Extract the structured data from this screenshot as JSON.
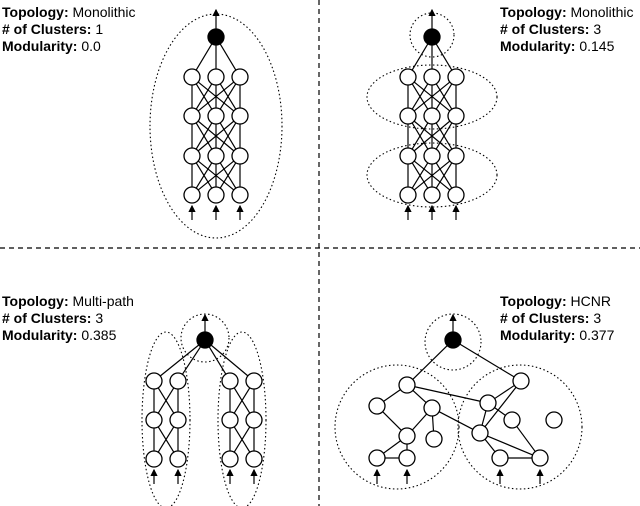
{
  "panels": [
    {
      "topology_label": "Topology:",
      "topology": "Monolithic",
      "clusters_label": "# of Clusters:",
      "clusters": "1",
      "modularity_label": "Modularity:",
      "modularity": "0.0"
    },
    {
      "topology_label": "Topology:",
      "topology": "Monolithic",
      "clusters_label": "# of Clusters:",
      "clusters": "3",
      "modularity_label": "Modularity:",
      "modularity": "0.145"
    },
    {
      "topology_label": "Topology:",
      "topology": "Multi-path",
      "clusters_label": "# of Clusters:",
      "clusters": "3",
      "modularity_label": "Modularity:",
      "modularity": "0.385"
    },
    {
      "topology_label": "Topology:",
      "topology": "HCNR",
      "clusters_label": "# of Clusters:",
      "clusters": "3",
      "modularity_label": "Modularity:",
      "modularity": "0.377"
    }
  ],
  "colors": {
    "stroke": "#000000",
    "output_node": "#000000",
    "node_fill": "#ffffff",
    "divider": "#000000"
  }
}
